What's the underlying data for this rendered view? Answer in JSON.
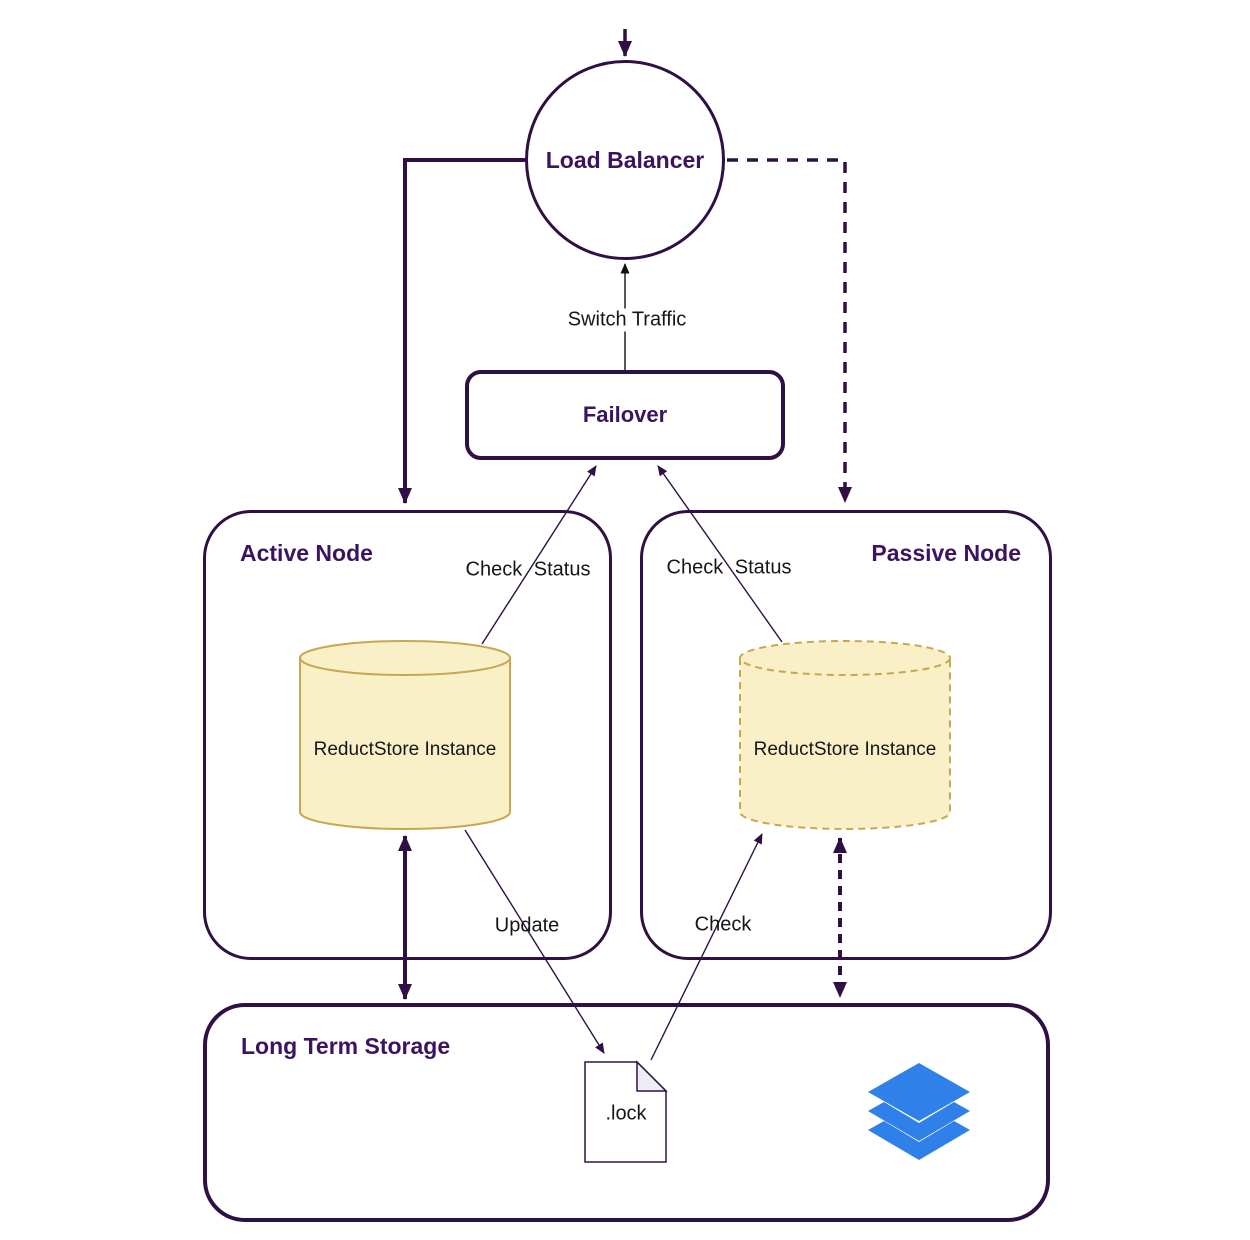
{
  "load_balancer": {
    "label": "Load Balancer"
  },
  "failover": {
    "label": "Failover"
  },
  "active_node": {
    "title": "Active Node",
    "instance": "ReductStore Instance"
  },
  "passive_node": {
    "title": "Passive Node",
    "instance": "ReductStore Instance"
  },
  "long_term_storage": {
    "title": "Long Term Storage",
    "lock_file": ".lock"
  },
  "edge_labels": {
    "switch_traffic": "Switch Traffic",
    "check_status_active": "Check Status",
    "check_status_passive": "Check Status",
    "update": "Update",
    "check": "Check"
  },
  "icons": {
    "layers": "layers-icon",
    "lock_document": "document-icon"
  },
  "colors": {
    "outline_purple": "#2e1045",
    "title_purple": "#3c1361",
    "cylinder_fill": "#faf0c8",
    "cylinder_stroke": "#c9a650",
    "layers_blue": "#2f80e8",
    "label_text": "#161616",
    "background": "#ffffff"
  }
}
